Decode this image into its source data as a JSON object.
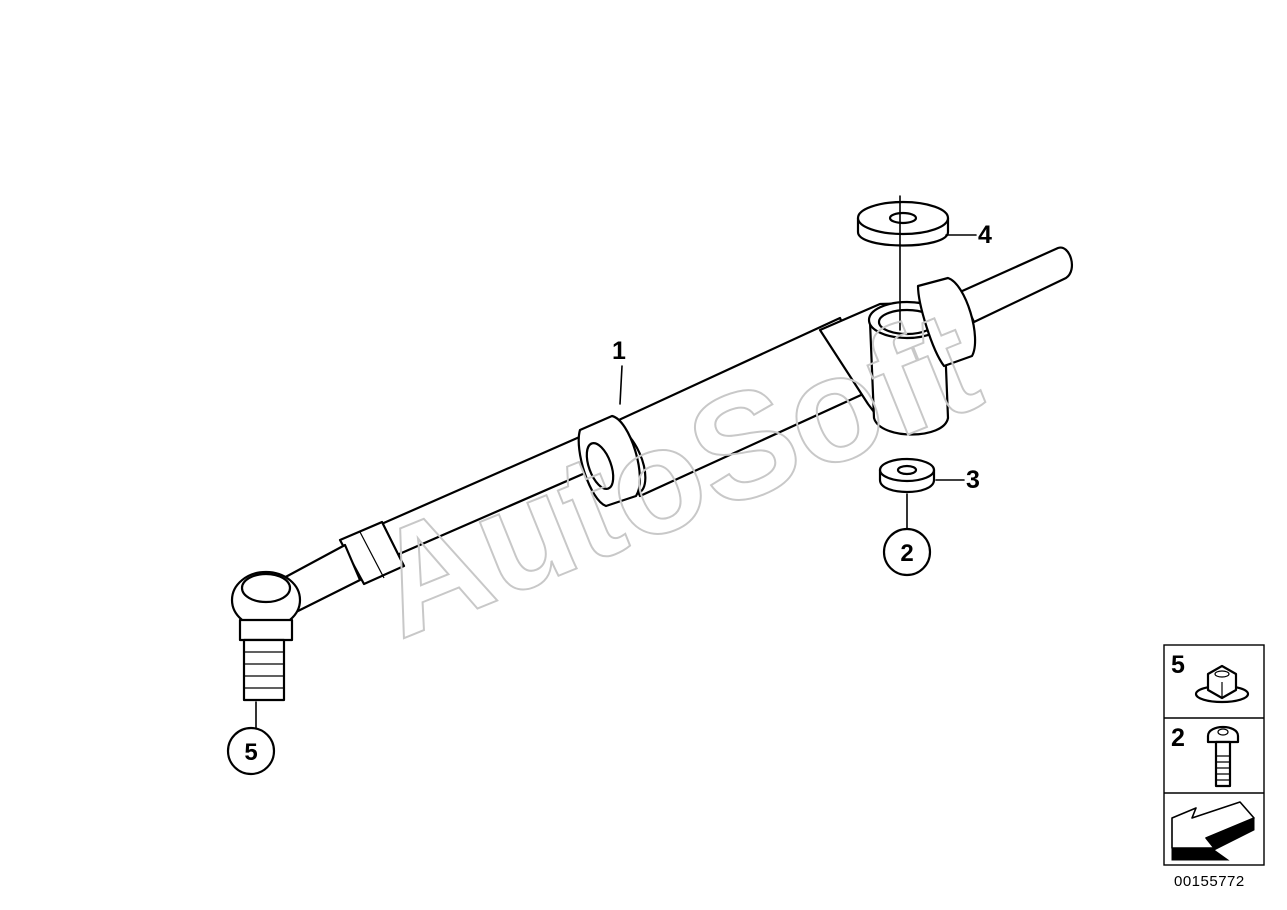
{
  "callouts": {
    "part_1": "1",
    "part_2": "2",
    "part_3": "3",
    "part_4": "4",
    "part_5": "5"
  },
  "legend": {
    "items": [
      {
        "number": "5",
        "icon": "flange-nut-icon"
      },
      {
        "number": "2",
        "icon": "bolt-icon"
      }
    ],
    "arrow_icon": "direction-arrow-icon"
  },
  "watermark": "AutoSoft",
  "diagram_code": "00155772"
}
